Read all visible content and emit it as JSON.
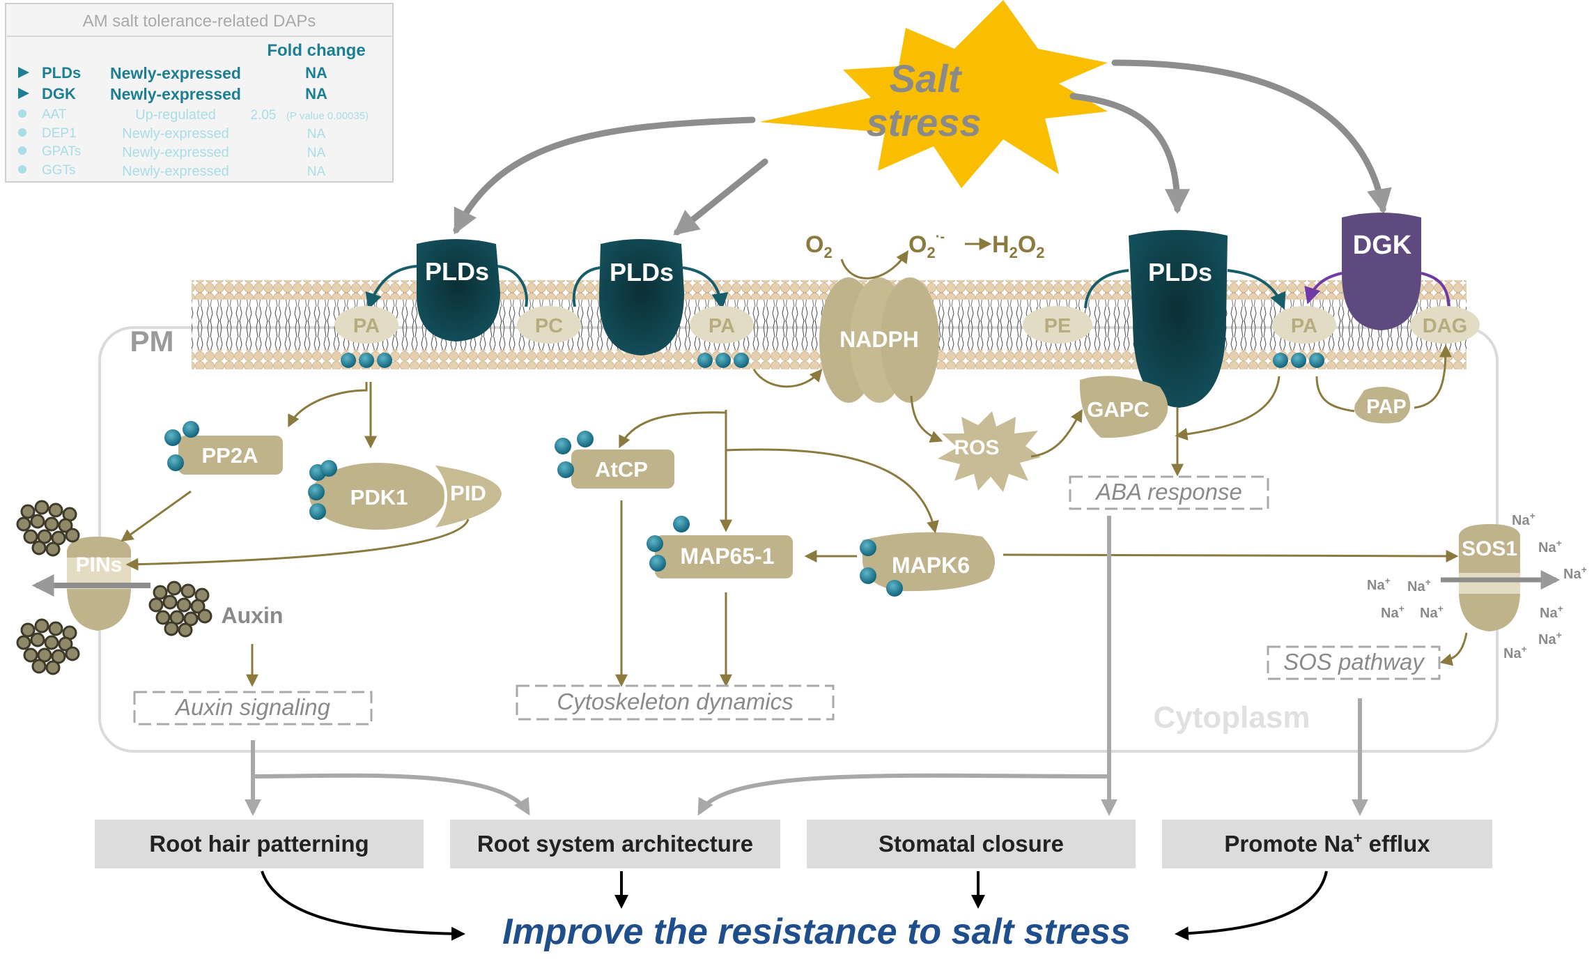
{
  "legend": {
    "title": "AM salt tolerance-related DAPs",
    "header": "Fold change",
    "rows": [
      {
        "name": "PLDs",
        "status": "Newly-expressed",
        "fold": "NA",
        "highlight": true
      },
      {
        "name": "DGK",
        "status": "Newly-expressed",
        "fold": "NA",
        "highlight": true
      },
      {
        "name": "AAT",
        "status": "Up-regulated",
        "fold": "2.05",
        "extra": "(P value 0.00035)",
        "highlight": false
      },
      {
        "name": "DEP1",
        "status": "Newly-expressed",
        "fold": "NA",
        "highlight": false
      },
      {
        "name": "GPATs",
        "status": "Newly-expressed",
        "fold": "NA",
        "highlight": false
      },
      {
        "name": "GGTs",
        "status": "Newly-expressed",
        "fold": "NA",
        "highlight": false
      }
    ]
  },
  "stress": {
    "line1": "Salt",
    "line2": "stress"
  },
  "membrane": {
    "pm": "PM",
    "cytoplasm": "Cytoplasm"
  },
  "enzymes": {
    "plds": "PLDs",
    "dgk": "DGK",
    "nadph": "NADPH"
  },
  "lipids": {
    "pa": "PA",
    "pc": "PC",
    "pe": "PE",
    "dag": "DAG",
    "pap": "PAP"
  },
  "ros": {
    "o2": "O",
    "o2_sub": "2",
    "superoxide": "O",
    "superoxide_sub": "2",
    "superoxide_sup": "·-",
    "h2o2_a": "H",
    "h2o2_sub1": "2",
    "h2o2_b": "O",
    "h2o2_sub2": "2",
    "ros": "ROS"
  },
  "proteins": {
    "pp2a": "PP2A",
    "pdk1": "PDK1",
    "pid": "PID",
    "pins": "PINs",
    "auxin": "Auxin",
    "atcp": "AtCP",
    "map65": "MAP65-1",
    "mapk6": "MAPK6",
    "gapc": "GAPC",
    "sos1": "SOS1"
  },
  "sodium": {
    "label": "Na",
    "charge": "+"
  },
  "processes": {
    "auxin_signaling": "Auxin signaling",
    "cytoskeleton": "Cytoskeleton dynamics",
    "aba": "ABA response",
    "sos": "SOS pathway"
  },
  "outcomes": {
    "root_hair": "Root hair patterning",
    "root_system": "Root system architecture",
    "stomatal": "Stomatal closure",
    "na_efflux_a": "Promote Na",
    "na_efflux_sup": "+",
    "na_efflux_b": " efflux"
  },
  "conclusion": "Improve the resistance to salt stress",
  "colors": {
    "teal_dark": "#0e4a55",
    "purple": "#5e4a7e",
    "khaki": "#bfb38b",
    "khaki_dark": "#8a7a3e",
    "star": "#f9be00",
    "gray_arrow": "#9a9a9a",
    "conclusion_blue": "#1f4e8c"
  }
}
